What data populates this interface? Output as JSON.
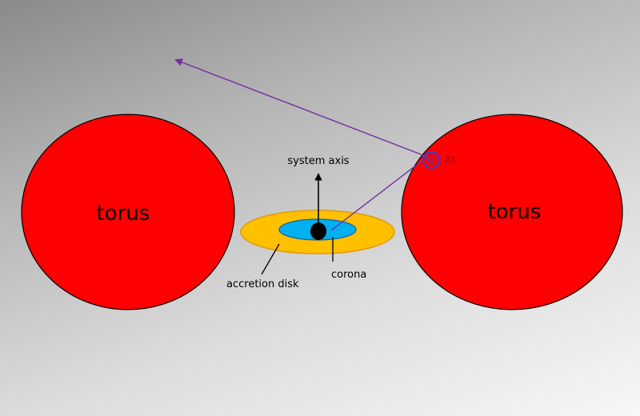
{
  "labels": {
    "torus_left": "torus",
    "torus_right": "torus",
    "system_axis": "system axis",
    "accretion_disk": "accretion disk",
    "corona": "corona",
    "pa": "PA"
  },
  "colors": {
    "torus": "#ff0000",
    "accretion_disk": "#ffc000",
    "corona": "#00b0f0",
    "black_hole": "#000000",
    "ray": "#7030a0",
    "pa_marker": "#2e3fd8",
    "pa_text": "#b00000"
  }
}
